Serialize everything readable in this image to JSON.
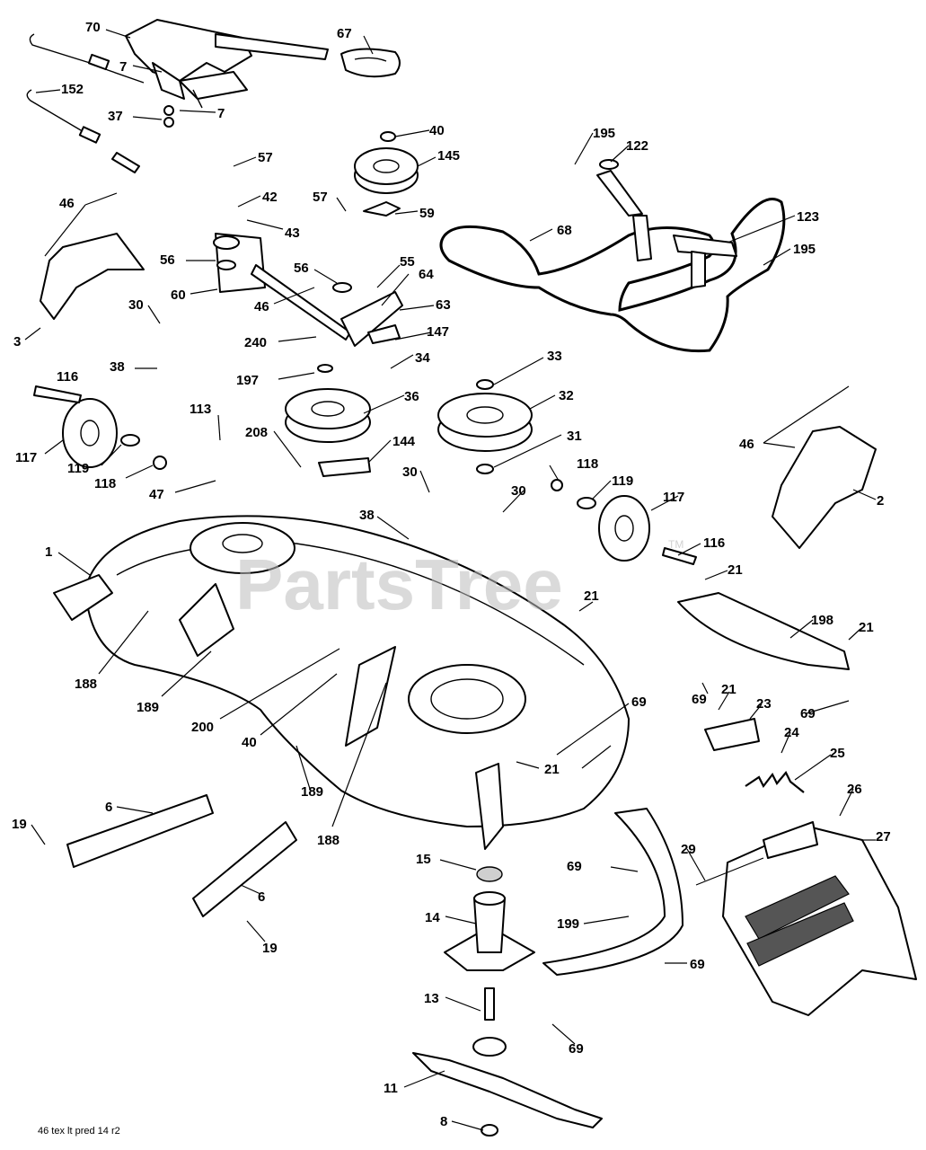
{
  "figure": {
    "footer_code": "46 tex lt pred 14 r2",
    "watermark": "PartsTree",
    "watermark_tm": "TM"
  },
  "callouts": [
    "70",
    "67",
    "7",
    "152",
    "7",
    "37",
    "40",
    "145",
    "195",
    "122",
    "57",
    "46",
    "42",
    "43",
    "56",
    "57",
    "59",
    "68",
    "123",
    "195",
    "60",
    "56",
    "55",
    "46",
    "64",
    "3",
    "30",
    "63",
    "147",
    "240",
    "34",
    "116",
    "38",
    "197",
    "36",
    "33",
    "32",
    "117",
    "119",
    "118",
    "113",
    "208",
    "144",
    "31",
    "30",
    "30",
    "118",
    "119",
    "117",
    "46",
    "2",
    "47",
    "38",
    "116",
    "1",
    "21",
    "21",
    "198",
    "21",
    "188",
    "189",
    "200",
    "40",
    "69",
    "69",
    "21",
    "23",
    "69",
    "24",
    "25",
    "189",
    "21",
    "26",
    "27",
    "188",
    "6",
    "19",
    "15",
    "69",
    "29",
    "6",
    "19",
    "14",
    "199",
    "69",
    "13",
    "69",
    "11",
    "8"
  ]
}
